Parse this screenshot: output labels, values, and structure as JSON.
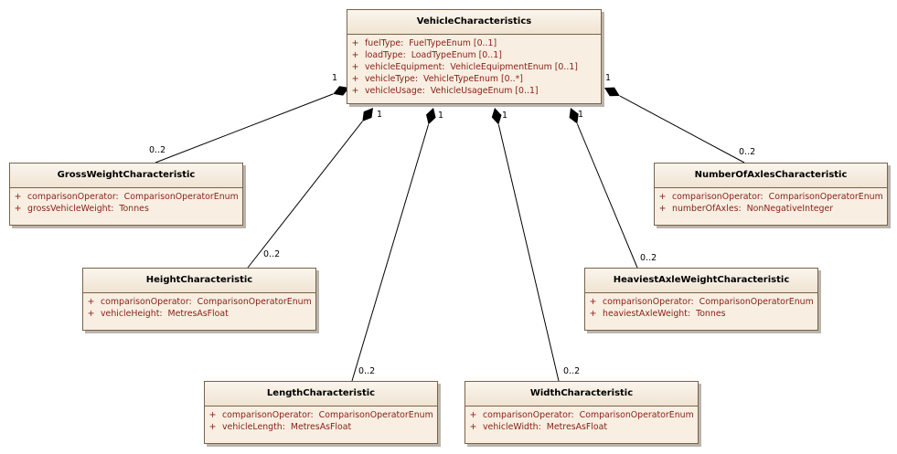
{
  "diagram": {
    "colors": {
      "class_fill": "#f8efe2",
      "class_border": "#7a6248",
      "attribute_text": "#8a1e15",
      "connector": "#000000"
    },
    "classes": [
      {
        "id": "vehicle",
        "name": "VehicleCharacteristics",
        "attributes": [
          {
            "visibility": "+",
            "name": "fuelType",
            "type": "FuelTypeEnum [0..1]"
          },
          {
            "visibility": "+",
            "name": "loadType",
            "type": "LoadTypeEnum [0..1]"
          },
          {
            "visibility": "+",
            "name": "vehicleEquipment",
            "type": "VehicleEquipmentEnum [0..1]"
          },
          {
            "visibility": "+",
            "name": "vehicleType",
            "type": "VehicleTypeEnum [0..*]"
          },
          {
            "visibility": "+",
            "name": "vehicleUsage",
            "type": "VehicleUsageEnum [0..1]"
          }
        ]
      },
      {
        "id": "gross",
        "name": "GrossWeightCharacteristic",
        "attributes": [
          {
            "visibility": "+",
            "name": "comparisonOperator",
            "type": "ComparisonOperatorEnum"
          },
          {
            "visibility": "+",
            "name": "grossVehicleWeight",
            "type": "Tonnes"
          }
        ]
      },
      {
        "id": "height",
        "name": "HeightCharacteristic",
        "attributes": [
          {
            "visibility": "+",
            "name": "comparisonOperator",
            "type": "ComparisonOperatorEnum"
          },
          {
            "visibility": "+",
            "name": "vehicleHeight",
            "type": "MetresAsFloat"
          }
        ]
      },
      {
        "id": "length",
        "name": "LengthCharacteristic",
        "attributes": [
          {
            "visibility": "+",
            "name": "comparisonOperator",
            "type": "ComparisonOperatorEnum"
          },
          {
            "visibility": "+",
            "name": "vehicleLength",
            "type": "MetresAsFloat"
          }
        ]
      },
      {
        "id": "width",
        "name": "WidthCharacteristic",
        "attributes": [
          {
            "visibility": "+",
            "name": "comparisonOperator",
            "type": "ComparisonOperatorEnum"
          },
          {
            "visibility": "+",
            "name": "vehicleWidth",
            "type": "MetresAsFloat"
          }
        ]
      },
      {
        "id": "heaviest",
        "name": "HeaviestAxleWeightCharacteristic",
        "attributes": [
          {
            "visibility": "+",
            "name": "comparisonOperator",
            "type": "ComparisonOperatorEnum"
          },
          {
            "visibility": "+",
            "name": "heaviestAxleWeight",
            "type": "Tonnes"
          }
        ]
      },
      {
        "id": "axles",
        "name": "NumberOfAxlesCharacteristic",
        "attributes": [
          {
            "visibility": "+",
            "name": "comparisonOperator",
            "type": "ComparisonOperatorEnum"
          },
          {
            "visibility": "+",
            "name": "numberOfAxles",
            "type": "NonNegativeInteger"
          }
        ]
      }
    ],
    "associations": [
      {
        "type": "composition",
        "from": "vehicle",
        "to": "gross",
        "source_multiplicity": "1",
        "target_multiplicity": "0..2"
      },
      {
        "type": "composition",
        "from": "vehicle",
        "to": "height",
        "source_multiplicity": "1",
        "target_multiplicity": "0..2"
      },
      {
        "type": "composition",
        "from": "vehicle",
        "to": "length",
        "source_multiplicity": "1",
        "target_multiplicity": "0..2"
      },
      {
        "type": "composition",
        "from": "vehicle",
        "to": "width",
        "source_multiplicity": "1",
        "target_multiplicity": "0..2"
      },
      {
        "type": "composition",
        "from": "vehicle",
        "to": "heaviest",
        "source_multiplicity": "1",
        "target_multiplicity": "0..2"
      },
      {
        "type": "composition",
        "from": "vehicle",
        "to": "axles",
        "source_multiplicity": "1",
        "target_multiplicity": "0..2"
      }
    ]
  }
}
